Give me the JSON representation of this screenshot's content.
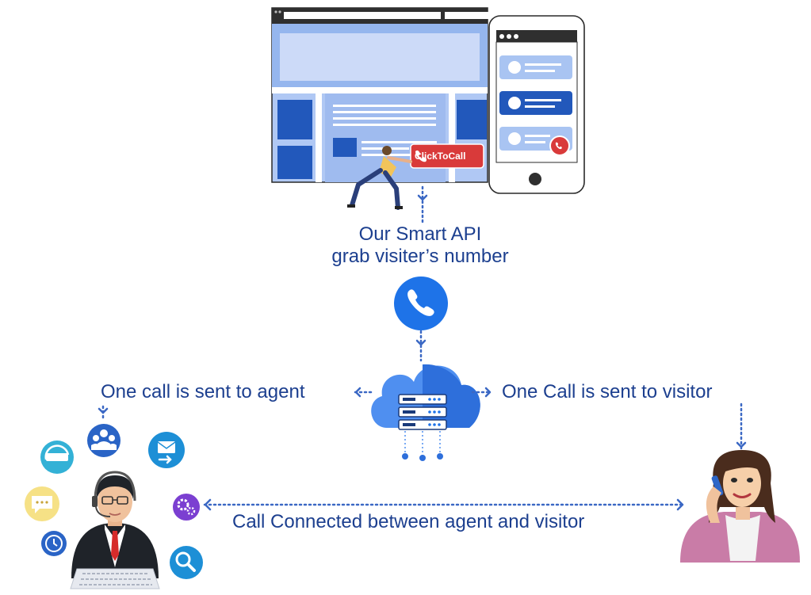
{
  "website_mockup": {
    "cta_button_label": "ClickToCall"
  },
  "steps": {
    "api_line1": "Our Smart API",
    "api_line2": "grab visiter’s number",
    "to_agent": "One call is sent to agent",
    "to_visitor": "One Call is sent to visitor",
    "connected": "Call Connected between agent and visitor"
  },
  "icons": {
    "phone": "phone-icon",
    "cloud_server": "cloud-server-icon",
    "agent": "agent-icon",
    "visitor": "visitor-icon",
    "www": "www-icon",
    "team": "team-icon",
    "email_forward": "email-forward-icon",
    "chat": "chat-icon",
    "settings": "settings-icon",
    "support_24": "support-24-icon",
    "search": "search-icon"
  },
  "colors": {
    "text_blue": "#1c3f8f",
    "dotted_line": "#3b68c4",
    "primary_blue": "#1e73e8",
    "button_red": "#d93a3a",
    "light_blue": "#a9c4f2"
  }
}
